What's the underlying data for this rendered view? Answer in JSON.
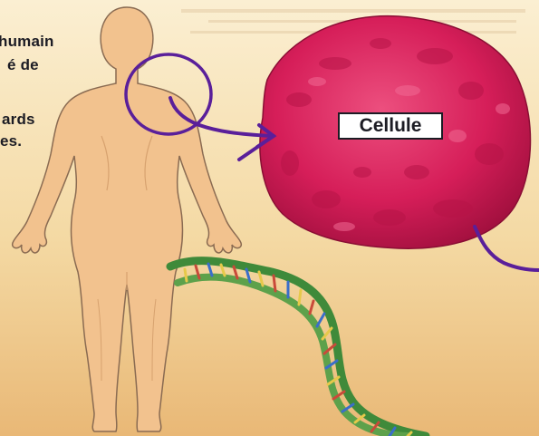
{
  "text_fragments": [
    "humain",
    "é de",
    "ards",
    "es."
  ],
  "cell_label": "Cellule",
  "colors": {
    "background_top": "#f7e6c0",
    "background_bottom": "#e8b770",
    "skin": "#f2c28e",
    "skin_outline": "#8a6b52",
    "cell": "#d81e5b",
    "cell_dark": "#a01040",
    "arrow": "#5a1f9a",
    "dna_green": "#3f8a3a",
    "dna_yellow": "#e6c94a"
  },
  "icons": [
    "human-body-illustration",
    "cell-illustration",
    "dna-helix-illustration"
  ]
}
